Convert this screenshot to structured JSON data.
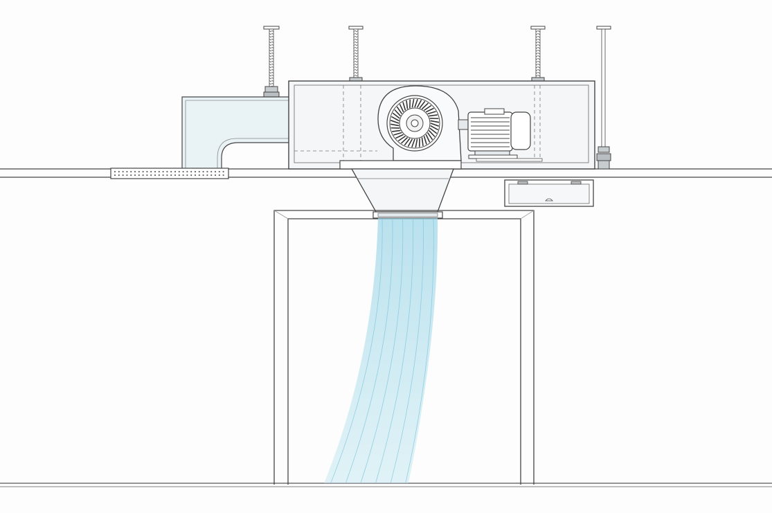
{
  "colors": {
    "paper": "#fdfdfd",
    "ink": "#3c3c3c",
    "ink_light": "#8a8a8a",
    "air_stream": "#a9dcea",
    "duct_fill": "#e9f3f6",
    "housing_fill": "#f4f6f7",
    "steel": "#b8bec2"
  },
  "components": {
    "hanger_rods": [
      "hanger-rod-1",
      "hanger-rod-2",
      "hanger-rod-3",
      "hanger-rod-4"
    ],
    "fan_housing": "fan-housing",
    "blower_wheel": "blower-wheel-icon",
    "motor": "electric-motor-icon",
    "intake_duct": "intake-duct",
    "intake_grille": "perforated-intake-grille",
    "discharge_nozzle": "discharge-nozzle",
    "access_panel": "service-access-panel",
    "door_frame": "door-frame",
    "air_curtain_stream": "air-curtain-stream",
    "ceiling_line": "ceiling-line",
    "floor_line": "floor-line"
  }
}
